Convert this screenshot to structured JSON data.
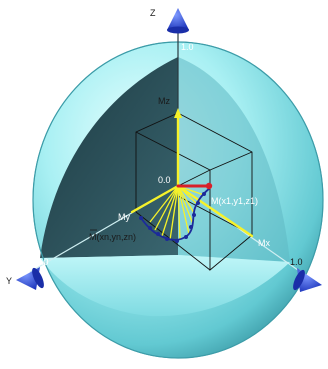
{
  "axes": {
    "z_label": "Z",
    "y_label": "Y",
    "z_tick": "1.0",
    "y_tick": "1.0",
    "x_tick": "1.0"
  },
  "origin_label": "0.0",
  "components": {
    "mz": "Mz",
    "my": "My",
    "mx": "Mx"
  },
  "points": {
    "m1": "M(x1,y1,z1)",
    "mn": "M(xn,yn,zn)"
  },
  "colors": {
    "sphere": "#8ee8ee",
    "sphere_rim": "#4fb8c4",
    "octant_shadow": "#2c4e56",
    "arrow_blue": "#1f3fd1",
    "component_yellow": "#f6f22a",
    "vector_red": "#d8202a",
    "trajectory": "#1c2a9a"
  }
}
